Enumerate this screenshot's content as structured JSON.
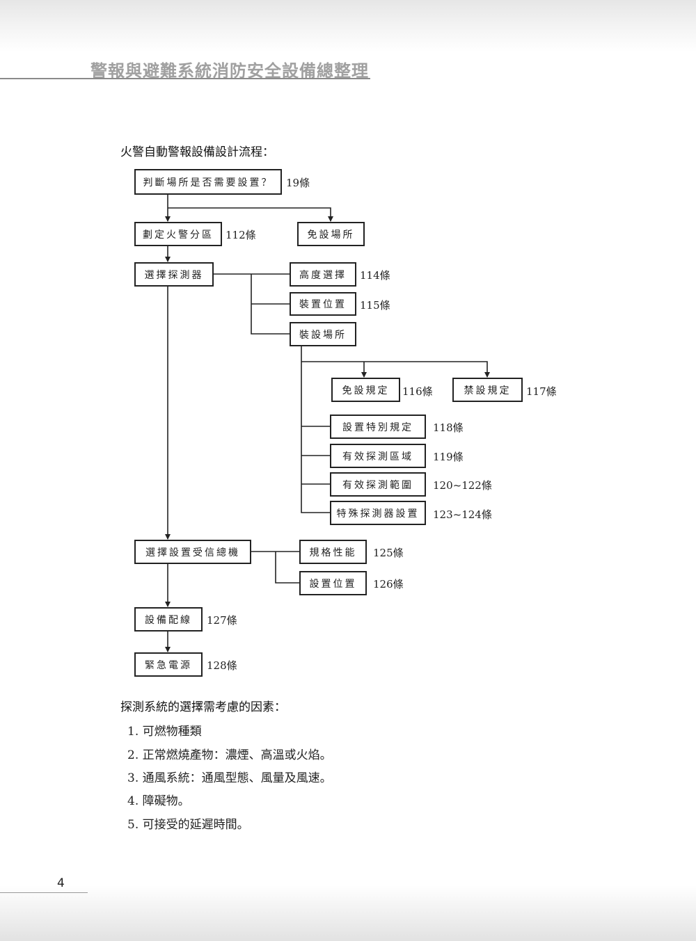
{
  "header": {
    "title": "警報與避難系統消防安全設備總整理"
  },
  "section1": {
    "title": "火警自動警報設備設計流程："
  },
  "flow": {
    "b1": "判斷場所是否需要設置？",
    "r1": "19條",
    "b2": "劃定火警分區",
    "r2": "112條",
    "b3": "免設場所",
    "b4": "選擇探測器",
    "b5": "高度選擇",
    "r5": "114條",
    "b6": "裝置位置",
    "r6": "115條",
    "b7": "裝設場所",
    "b8": "免設規定",
    "r8": "116條",
    "b9": "禁設規定",
    "r9": "117條",
    "b10": "設置特別規定",
    "r10": "118條",
    "b11": "有效探測區域",
    "r11": "119條",
    "b12": "有效探測範圍",
    "r12": "120~122條",
    "b13": "特殊探測器設置",
    "r13": "123~124條",
    "b14": "選擇設置受信總機",
    "b15": "規格性能",
    "r15": "125條",
    "b16": "設置位置",
    "r16": "126條",
    "b17": "設備配線",
    "r17": "127條",
    "b18": "緊急電源",
    "r18": "128條"
  },
  "section2": {
    "title": "探測系統的選擇需考慮的因素：",
    "items": [
      "1. 可燃物種類",
      "2. 正常燃燒產物：濃煙、高溫或火焰。",
      "3. 通風系統：通風型態、風量及風速。",
      "4. 障礙物。",
      "5. 可接受的延遲時間。"
    ]
  },
  "footer": {
    "page": "4"
  }
}
